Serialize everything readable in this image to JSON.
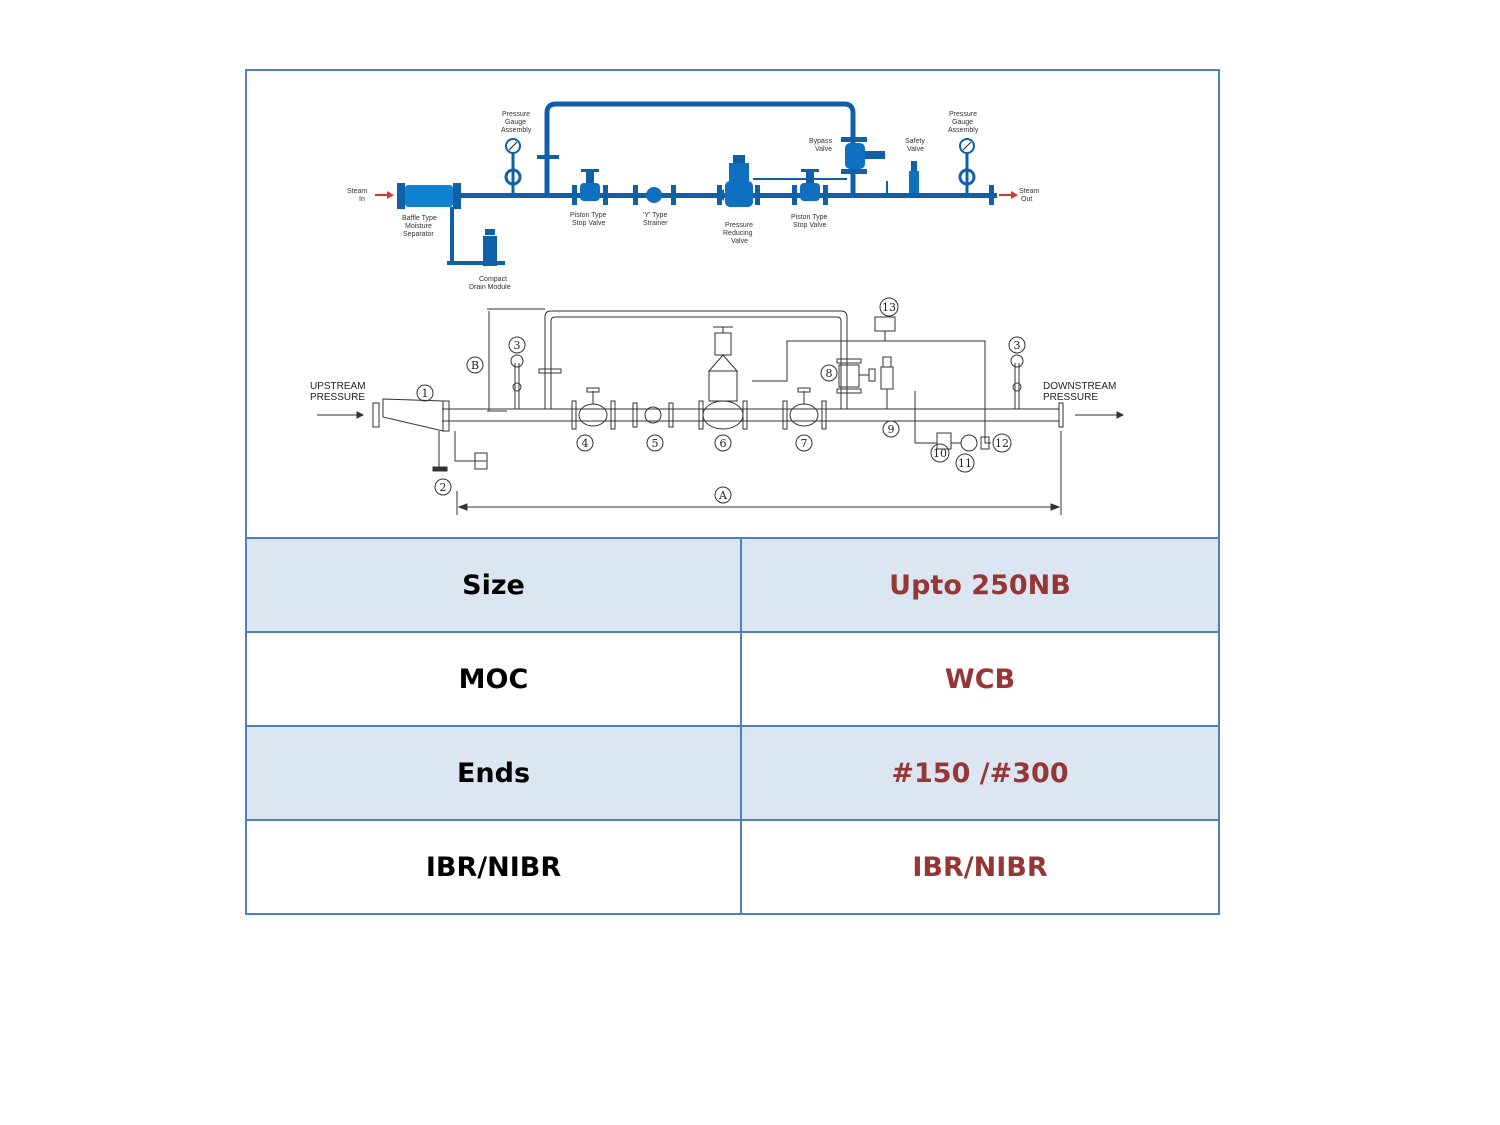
{
  "diagram_top": {
    "steam_in": [
      "Steam",
      "In"
    ],
    "steam_out": [
      "Steam",
      "Out"
    ],
    "pg_left": [
      "Pressure",
      "Gauge",
      "Assembly"
    ],
    "pg_right": [
      "Pressure",
      "Gauge",
      "Assembly"
    ],
    "bypass": [
      "Bypass",
      "Valve"
    ],
    "safety": [
      "Safety",
      "Valve"
    ],
    "separator": [
      "Baffle Type",
      "Moisture",
      "Separator"
    ],
    "drain": [
      "Compact",
      "Drain Module"
    ],
    "piston1": [
      "Piston Type",
      "Stop Valve"
    ],
    "strainer": [
      "'Y' Type",
      "Strainer"
    ],
    "prv": [
      "Pressure",
      "Reducing",
      "Valve"
    ],
    "piston2": [
      "Piston Type",
      "Stop Valve"
    ]
  },
  "diagram_bottom": {
    "upstream": [
      "UPSTREAM",
      "PRESSURE"
    ],
    "downstream": [
      "DOWNSTREAM",
      "PRESSURE"
    ],
    "dim_a": "A",
    "dim_b": "B",
    "numbers": [
      "1",
      "2",
      "3",
      "3",
      "4",
      "5",
      "6",
      "7",
      "8",
      "9",
      "10",
      "11",
      "12",
      "13"
    ]
  },
  "spec_table": [
    {
      "label": "Size",
      "value": "Upto 250NB"
    },
    {
      "label": "MOC",
      "value": "WCB"
    },
    {
      "label": "Ends",
      "value": "#150 /#300"
    },
    {
      "label": "IBR/NIBR",
      "value": "IBR/NIBR"
    }
  ],
  "colors": {
    "border": "#4f81bd",
    "shade": "#dce6f2",
    "value_text": "#953735",
    "pipe_blue": "#1060a8"
  }
}
